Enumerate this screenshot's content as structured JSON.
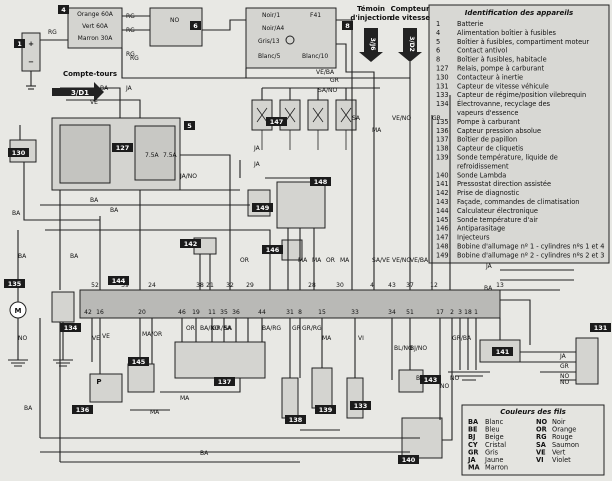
{
  "legend": {
    "title": "Identification des appareils",
    "items": [
      {
        "num": "1",
        "text": "Batterie"
      },
      {
        "num": "4",
        "text": "Alimentation boîtier à fusibles"
      },
      {
        "num": "5",
        "text": "Boîtier à fusibles, compartiment moteur"
      },
      {
        "num": "6",
        "text": "Contact antivol"
      },
      {
        "num": "8",
        "text": "Boîtier à fusibles, habitacle"
      },
      {
        "num": "127",
        "text": "Relais, pompe à carburant"
      },
      {
        "num": "130",
        "text": "Contacteur à inertie"
      },
      {
        "num": "131",
        "text": "Capteur de vitesse véhicule"
      },
      {
        "num": "133",
        "text": "Capteur de régime/position vilebrequin"
      },
      {
        "num": "134",
        "text": "Électrovanne, recyclage des"
      },
      {
        "num": "",
        "text": "vapeurs d'essence"
      },
      {
        "num": "135",
        "text": "Pompe à carburant"
      },
      {
        "num": "136",
        "text": "Capteur pression absolue"
      },
      {
        "num": "137",
        "text": "Boîtier de papillon"
      },
      {
        "num": "138",
        "text": "Capteur de cliquetis"
      },
      {
        "num": "139",
        "text": "Sonde température, liquide de"
      },
      {
        "num": "",
        "text": "refroidissement"
      },
      {
        "num": "140",
        "text": "Sonde Lambda"
      },
      {
        "num": "141",
        "text": "Pressostat direction assistée"
      },
      {
        "num": "142",
        "text": "Prise de diagnostic"
      },
      {
        "num": "143",
        "text": "Façade, commandes de climatisation"
      },
      {
        "num": "144",
        "text": "Calculateur électronique"
      },
      {
        "num": "145",
        "text": "Sonde température d'air"
      },
      {
        "num": "146",
        "text": "Antiparasitage"
      },
      {
        "num": "147",
        "text": "Injecteurs"
      },
      {
        "num": "148",
        "text": "Bobine d'allumage nº 1 - cylindres nºs 1 et 4"
      },
      {
        "num": "149",
        "text": "Bobine d'allumage nº 2 - cylindres nºs 2 et 3"
      }
    ]
  },
  "colour_key": {
    "title": "Couleurs des fils",
    "rows": [
      [
        "BA",
        "Blanc",
        "NO",
        "Noir"
      ],
      [
        "BE",
        "Bleu",
        "OR",
        "Orange"
      ],
      [
        "BJ",
        "Beige",
        "RG",
        "Rouge"
      ],
      [
        "CY",
        "Cristal",
        "SA",
        "Saumon"
      ],
      [
        "GR",
        "Gris",
        "VE",
        "Vert"
      ],
      [
        "JA",
        "Jaune",
        "VI",
        "Violet"
      ],
      [
        "MA",
        "Marron",
        "",
        ""
      ]
    ]
  },
  "headings": {
    "rev_counter": "Compte-tours",
    "rev_counter_ref": "3/D1",
    "injection_line1": "Témoin",
    "injection_line2": "d'injection",
    "injection_ref": "3/J6",
    "speedo_line1": "Compteur",
    "speedo_line2": "de vitesse",
    "speedo_ref": "3/D2"
  },
  "fuses": {
    "orange": "Orange 60A",
    "green": "Vert 60A",
    "brown": "Marron 30A",
    "rating_a": "7.5A",
    "rating_b": "7.5A"
  },
  "fusebox8": {
    "noir1": "Noir/1",
    "f41": "F41",
    "noir4": "Noir/A4",
    "gris13": "Gris/13",
    "blanc5": "Blanc/5",
    "blanc10": "Blanc/10"
  },
  "component_tags": [
    "1",
    "4",
    "5",
    "6",
    "8",
    "127",
    "130",
    "131",
    "133",
    "134",
    "135",
    "136",
    "137",
    "138",
    "139",
    "140",
    "141",
    "142",
    "143",
    "144",
    "145",
    "146",
    "147",
    "148",
    "149"
  ],
  "ecu_pins": [
    "52",
    "39",
    "24",
    "38",
    "21",
    "32",
    "29",
    "28",
    "30",
    "4",
    "43",
    "37",
    "12",
    "13",
    "42",
    "16",
    "20",
    "46",
    "19",
    "11",
    "35",
    "36",
    "44",
    "31",
    "8",
    "15",
    "33",
    "34",
    "51",
    "17",
    "2",
    "3",
    "18",
    "1"
  ],
  "wire_labels": [
    "RG",
    "RG",
    "RG",
    "RG",
    "RG",
    "NO",
    "JA",
    "BA",
    "BA",
    "VE",
    "GR",
    "VE/BA",
    "SA/NO",
    "SA",
    "VE/NO",
    "MA",
    "GR",
    "JA",
    "JA",
    "JA/NO",
    "BA",
    "BA",
    "BA",
    "BA",
    "OR",
    "MA",
    "MA",
    "OR",
    "SA/VE",
    "VE/NO",
    "VE/BA",
    "MA",
    "JA",
    "BA",
    "NO",
    "VE",
    "VE",
    "MA/OR",
    "OR",
    "BA/NO",
    "GR/BA",
    "SA",
    "BA/RG",
    "GR",
    "GR/RG",
    "MA",
    "VI",
    "BL/NO",
    "BJ/NO",
    "BL",
    "BA",
    "NO",
    "MA",
    "MA",
    "BA",
    "GR/BA",
    "NO",
    "NO",
    "GR",
    "JA",
    "NO"
  ]
}
